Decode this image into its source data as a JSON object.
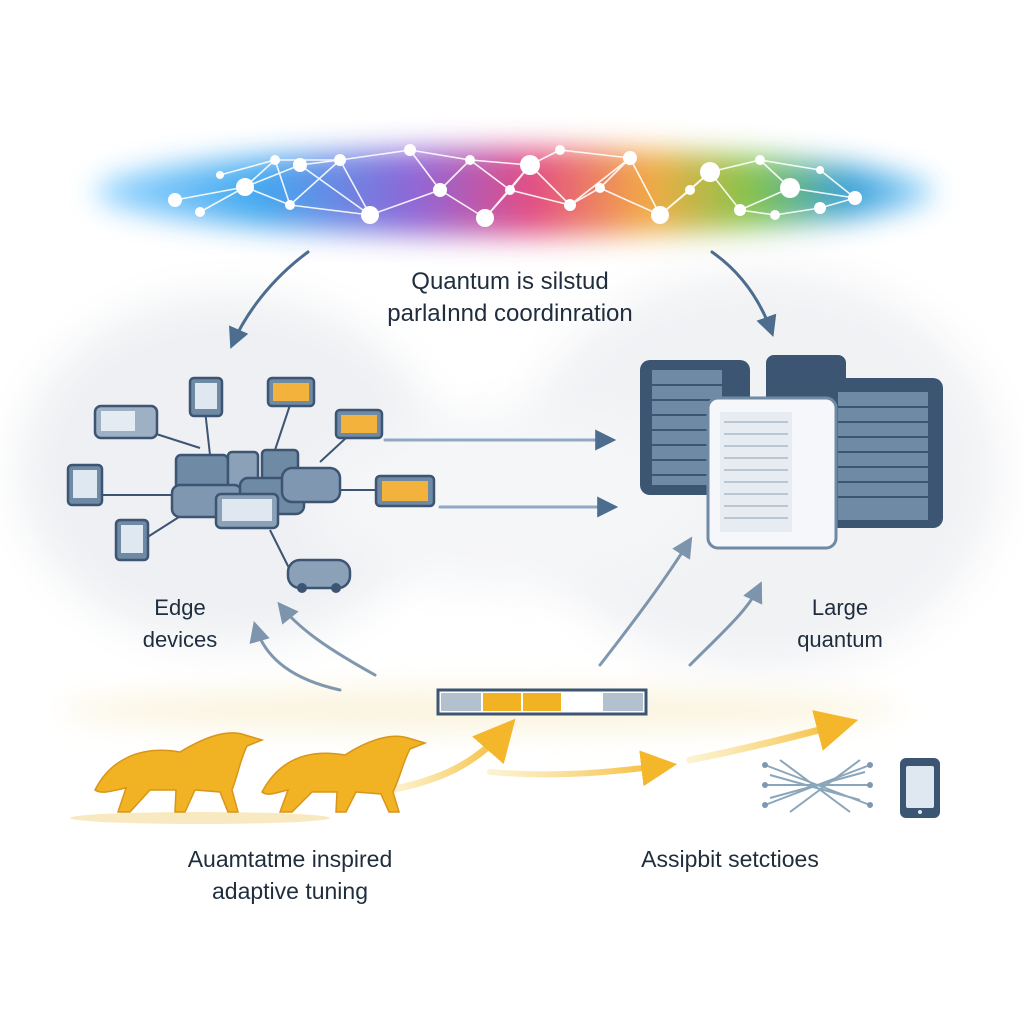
{
  "labels": {
    "quantum_line1": "Quantum is silstud",
    "quantum_line2": "parlaInnd coordinration",
    "edge_line1": "Edge",
    "edge_line2": "devices",
    "large_line1": "Large",
    "large_line2": "quantum",
    "adaptive_line1": "Auamtatme inspired",
    "adaptive_line2": "adaptive tuning",
    "assist": "Assipbit setctioes"
  },
  "icons": {
    "network": "quantum-network-icon",
    "servers": "server-rack-icon",
    "devices": "edge-device-icon",
    "birds": "bird-icon",
    "tuning_bar": "tuning-bar-icon",
    "mesh": "mesh-network-icon",
    "phone": "smartphone-icon"
  },
  "colors": {
    "text": "#1f2d3d",
    "arrow_blue": "#4c6d8e",
    "device_fill": "#6f8aa5",
    "device_screen": "#f3b23b",
    "server_dark": "#3c5573",
    "bird": "#f1b224",
    "arrow_yellow": "#f4c63a"
  }
}
